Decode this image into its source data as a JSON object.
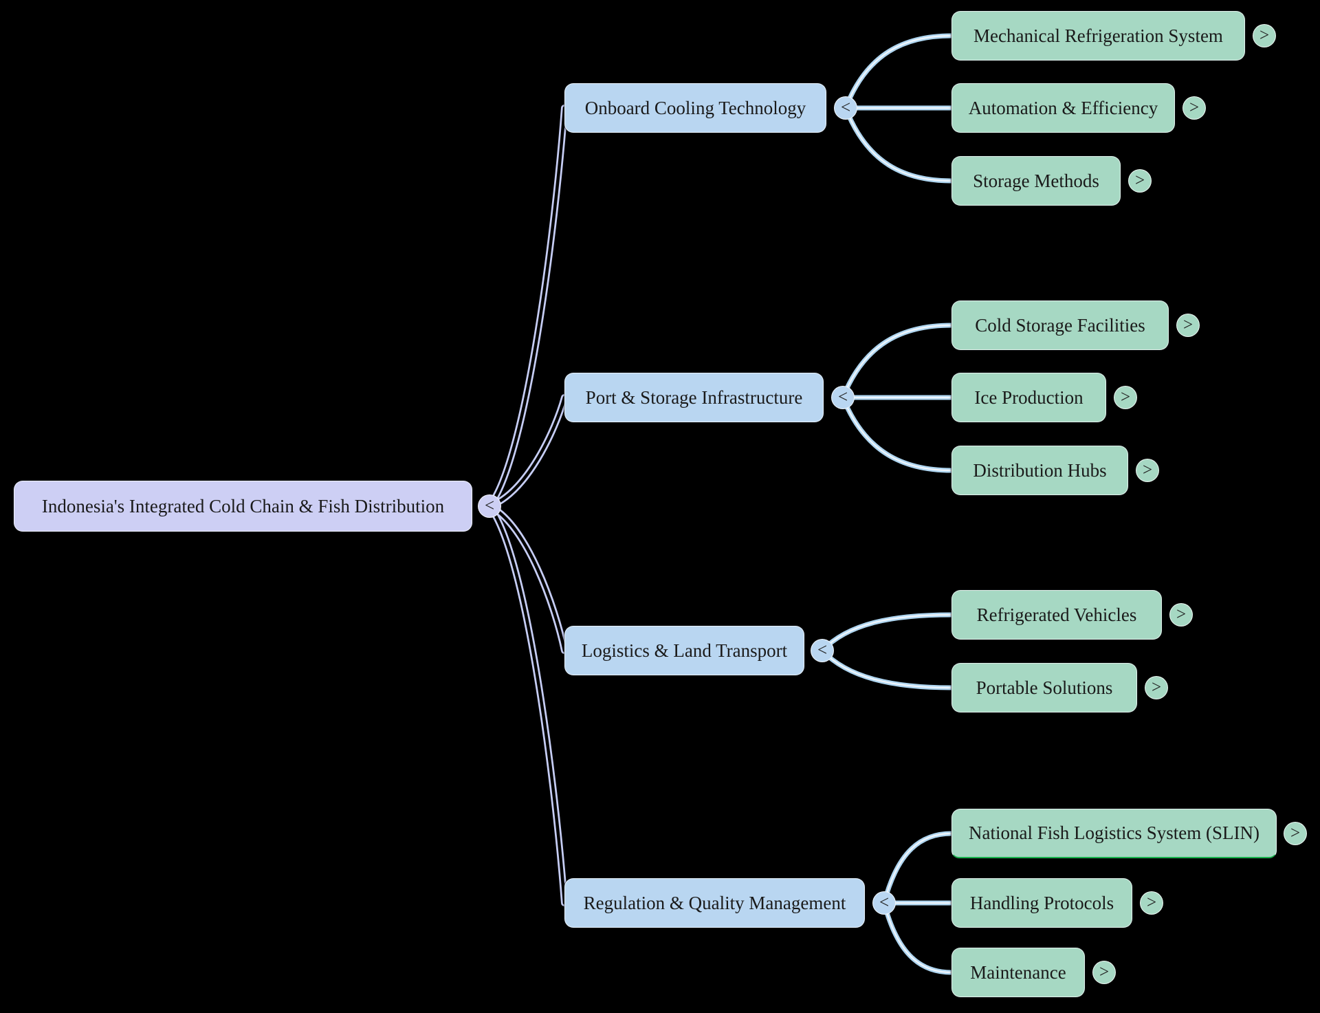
{
  "diagram": {
    "type": "mindmap",
    "background": "#000000"
  },
  "palette": {
    "root_fill": "#cdcff4",
    "branch_fill": "#b9d6f1",
    "child_fill": "#a6d8c3",
    "node_border": "#f0f4fa",
    "root_edge": "#c6cdf4",
    "branch_edge": "#aed5f0",
    "branch_edge_core": "#eef5fc",
    "text": "#1a1a1a",
    "toggle_glyph": "#222222",
    "slin_underline": "#18b24b"
  },
  "nodes": [
    {
      "id": "root",
      "label": "Indonesia's Integrated Cold Chain & Fish Distribution",
      "level": "root",
      "parent": null,
      "toggle": "<"
    },
    {
      "id": "onboard-cooling-technology",
      "label": "Onboard Cooling Technology",
      "level": "branch",
      "parent": "root",
      "toggle": "<"
    },
    {
      "id": "mechanical-refrigeration-system",
      "label": "Mechanical Refrigeration System",
      "level": "child",
      "parent": "onboard-cooling-technology",
      "toggle": ">"
    },
    {
      "id": "automation-efficiency",
      "label": "Automation & Efficiency",
      "level": "child",
      "parent": "onboard-cooling-technology",
      "toggle": ">"
    },
    {
      "id": "storage-methods",
      "label": "Storage Methods",
      "level": "child",
      "parent": "onboard-cooling-technology",
      "toggle": ">"
    },
    {
      "id": "port-storage-infrastructure",
      "label": "Port & Storage Infrastructure",
      "level": "branch",
      "parent": "root",
      "toggle": "<"
    },
    {
      "id": "cold-storage-facilities",
      "label": "Cold Storage Facilities",
      "level": "child",
      "parent": "port-storage-infrastructure",
      "toggle": ">"
    },
    {
      "id": "ice-production",
      "label": "Ice Production",
      "level": "child",
      "parent": "port-storage-infrastructure",
      "toggle": ">"
    },
    {
      "id": "distribution-hubs",
      "label": "Distribution Hubs",
      "level": "child",
      "parent": "port-storage-infrastructure",
      "toggle": ">"
    },
    {
      "id": "logistics-land-transport",
      "label": "Logistics & Land Transport",
      "level": "branch",
      "parent": "root",
      "toggle": "<"
    },
    {
      "id": "refrigerated-vehicles",
      "label": "Refrigerated Vehicles",
      "level": "child",
      "parent": "logistics-land-transport",
      "toggle": ">"
    },
    {
      "id": "portable-solutions",
      "label": "Portable Solutions",
      "level": "child",
      "parent": "logistics-land-transport",
      "toggle": ">"
    },
    {
      "id": "regulation-quality-management",
      "label": "Regulation & Quality Management",
      "level": "branch",
      "parent": "root",
      "toggle": "<"
    },
    {
      "id": "national-fish-logistics-system-slin",
      "label": "National Fish Logistics System (SLIN)",
      "level": "child",
      "parent": "regulation-quality-management",
      "toggle": ">"
    },
    {
      "id": "handling-protocols",
      "label": "Handling Protocols",
      "level": "child",
      "parent": "regulation-quality-management",
      "toggle": ">"
    },
    {
      "id": "maintenance",
      "label": "Maintenance",
      "level": "child",
      "parent": "regulation-quality-management",
      "toggle": ">"
    }
  ]
}
